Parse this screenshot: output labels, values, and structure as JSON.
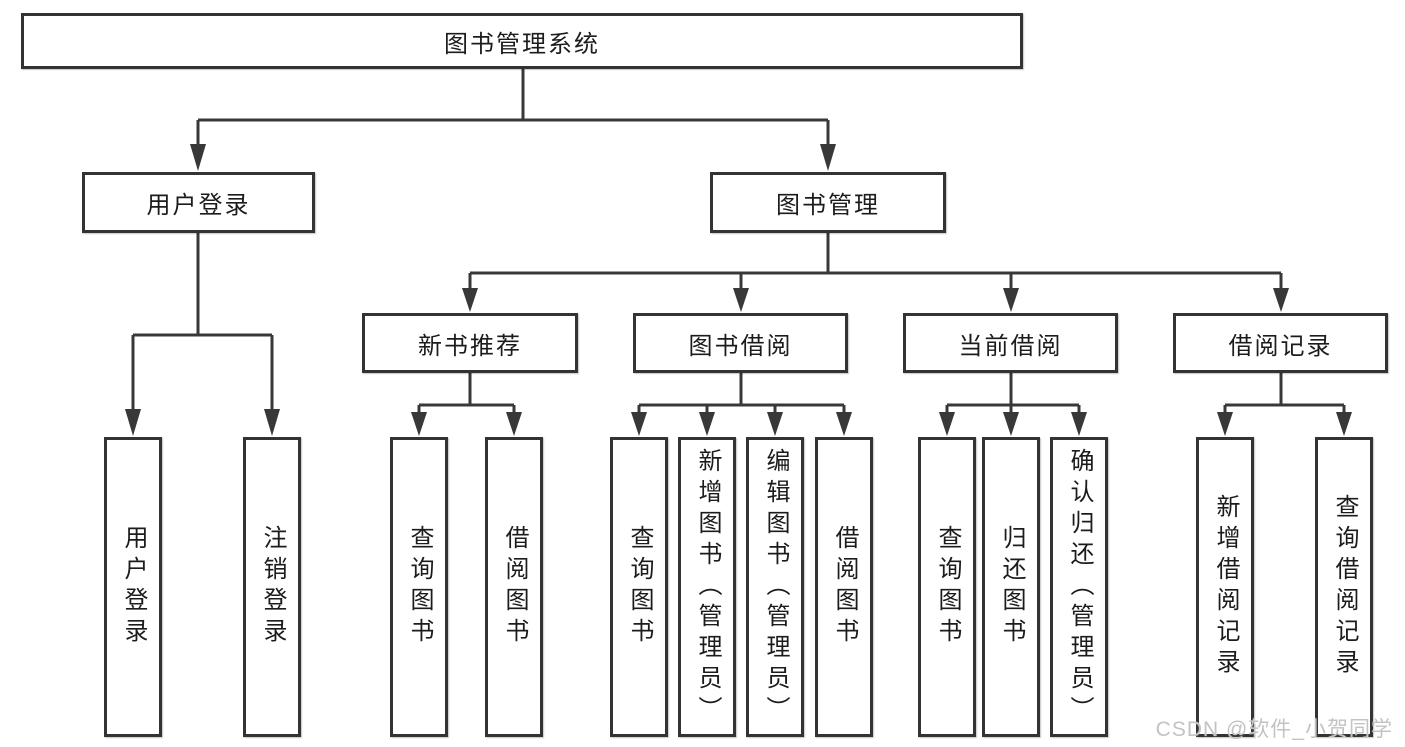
{
  "diagram": {
    "type": "hierarchy-tree",
    "tree": {
      "label": "图书管理系统",
      "children": [
        {
          "label": "用户登录",
          "children": [
            {
              "label": "用户登录"
            },
            {
              "label": "注销登录"
            }
          ]
        },
        {
          "label": "图书管理",
          "children": [
            {
              "label": "新书推荐",
              "children": [
                {
                  "label": "查询图书"
                },
                {
                  "label": "借阅图书"
                }
              ]
            },
            {
              "label": "图书借阅",
              "children": [
                {
                  "label": "查询图书"
                },
                {
                  "label": "新增图书（管理员）"
                },
                {
                  "label": "编辑图书（管理员）"
                },
                {
                  "label": "借阅图书"
                }
              ]
            },
            {
              "label": "当前借阅",
              "children": [
                {
                  "label": "查询图书"
                },
                {
                  "label": "归还图书"
                },
                {
                  "label": "确认归还（管理员）"
                }
              ]
            },
            {
              "label": "借阅记录",
              "children": [
                {
                  "label": "新增借阅记录"
                },
                {
                  "label": "查询借阅记录"
                }
              ]
            }
          ]
        }
      ]
    },
    "colors": {
      "line": "#383838",
      "box_border": "#333333",
      "box_background": "#ffffff",
      "label_text": "#1c1c1c",
      "watermark_text": "#c3c3c3"
    },
    "watermark": {
      "text": "CSDN @软件_小贺同学"
    }
  }
}
